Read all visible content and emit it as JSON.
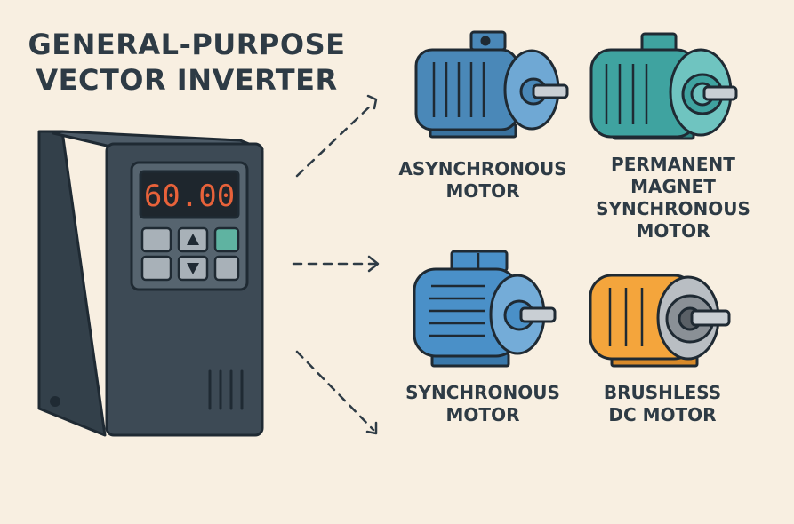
{
  "title": {
    "line1": "GENERAL-PURPOSE",
    "line2": "VECTOR INVERTER"
  },
  "inverter": {
    "display_value": "60.00",
    "display_color": "#e8623a",
    "body_color": "#3d4a55",
    "up_icon": "up-arrow-icon",
    "down_icon": "down-arrow-icon"
  },
  "motors": [
    {
      "id": "asynchronous",
      "label_lines": [
        "ASYNCHRONOUS",
        "MOTOR"
      ],
      "color": "#4a88b8"
    },
    {
      "id": "pmsm",
      "label_lines": [
        "PERMANENT",
        "MAGNET",
        "SYNCHRONOUS",
        "MOTOR"
      ],
      "color": "#3fa3a0"
    },
    {
      "id": "synchronous",
      "label_lines": [
        "SYNCHRONOUS",
        "MOTOR"
      ],
      "color": "#4a90c8"
    },
    {
      "id": "bldc",
      "label_lines": [
        "BRUSHLESS",
        "DC MOTOR"
      ],
      "color": "#f4a53c"
    }
  ]
}
